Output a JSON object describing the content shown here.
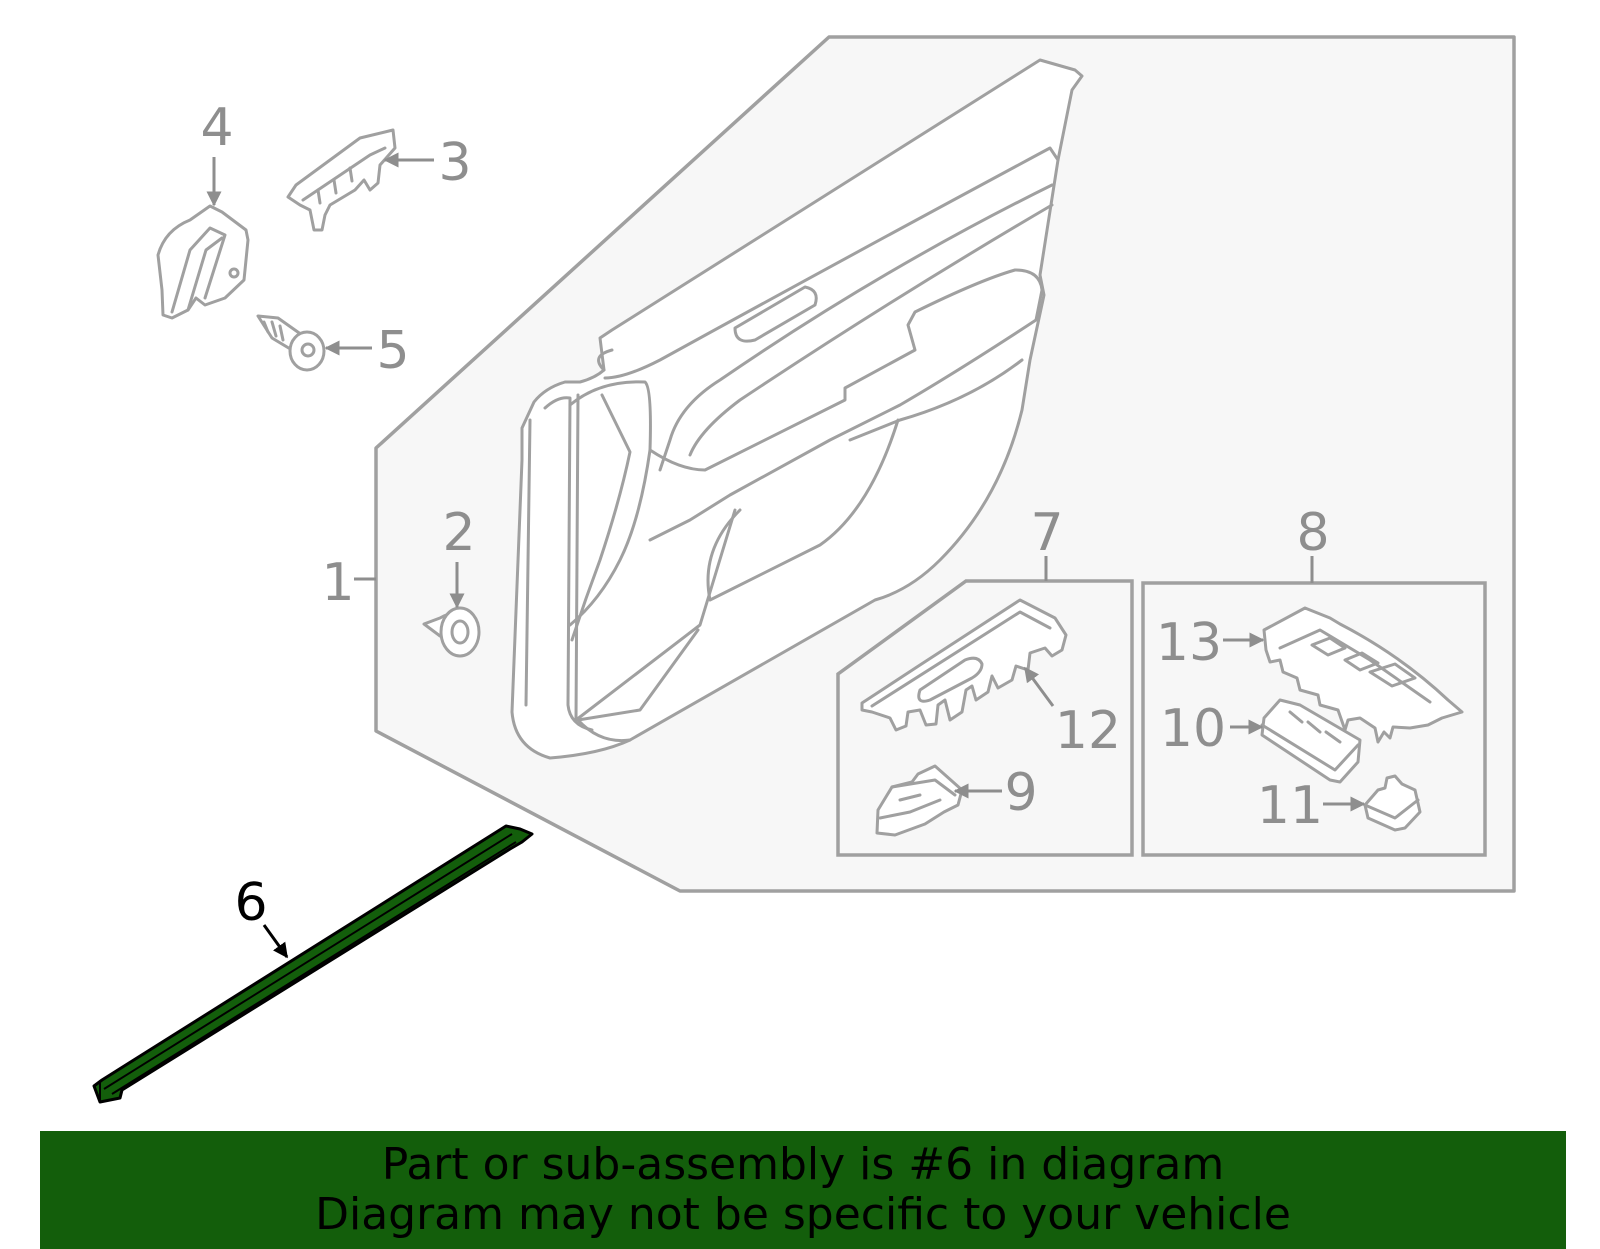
{
  "callouts": {
    "c1": "1",
    "c2": "2",
    "c3": "3",
    "c4": "4",
    "c5": "5",
    "c6": "6",
    "c7": "7",
    "c8": "8",
    "c9": "9",
    "c10": "10",
    "c11": "11",
    "c12": "12",
    "c13": "13"
  },
  "highlight_color": "#135e0b",
  "banner": {
    "line1": "Part or sub-assembly is #6 in diagram",
    "line2": "Diagram may not be specific to your vehicle"
  }
}
